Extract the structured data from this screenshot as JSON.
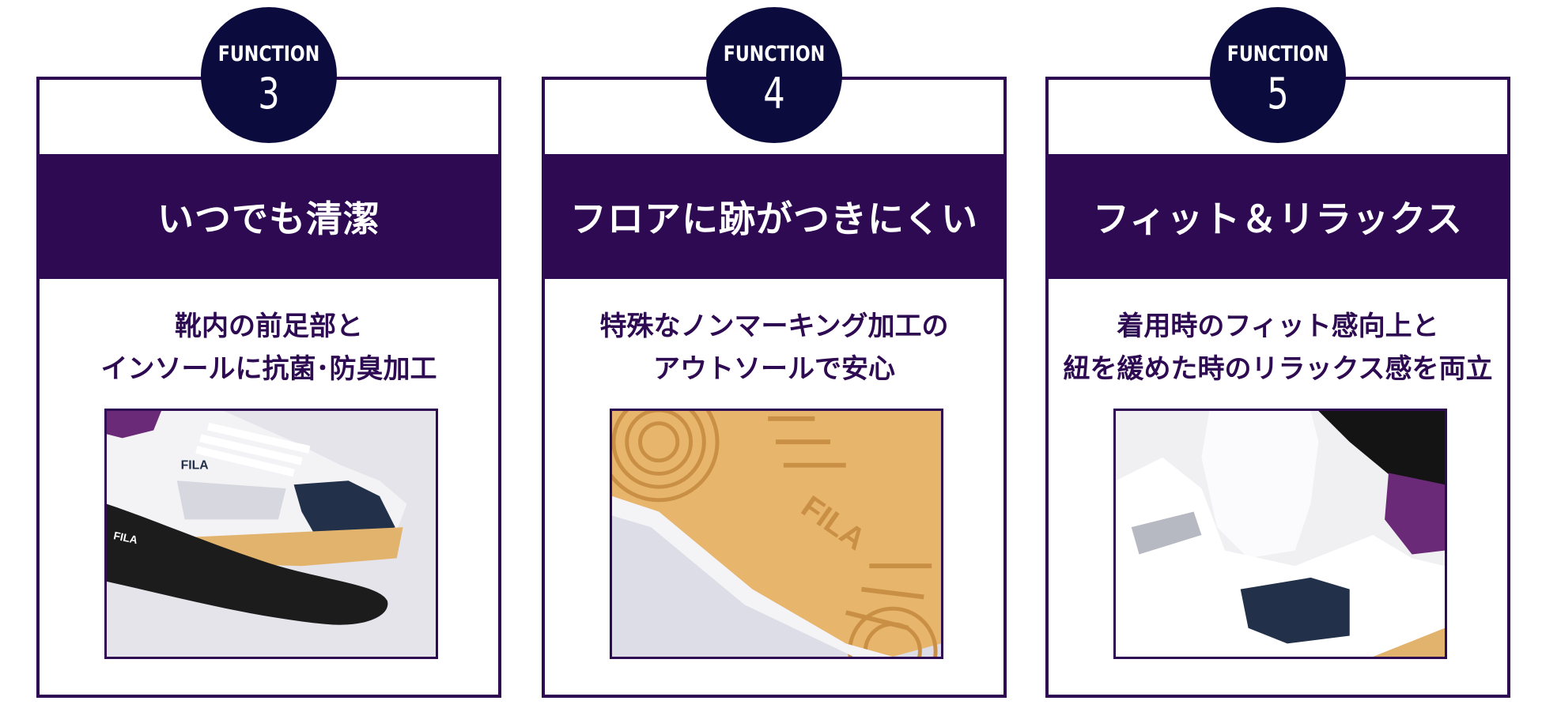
{
  "cards": [
    {
      "badge_label": "FUNCTION",
      "badge_number": "3",
      "title": "いつでも清潔",
      "desc_line1": "靴内の前足部と",
      "desc_line2": "インソールに抗菌･防臭加工",
      "photo_logo": "FILA"
    },
    {
      "badge_label": "FUNCTION",
      "badge_number": "4",
      "title": "フロアに跡がつきにくい",
      "desc_line1": "特殊なノンマーキング加工の",
      "desc_line2": "アウトソールで安心",
      "photo_logo": "FILA"
    },
    {
      "badge_label": "FUNCTION",
      "badge_number": "5",
      "title": "フィット＆リラックス",
      "desc_line1": "着用時のフィット感向上と",
      "desc_line2": "紐を緩めた時のリラックス感を両立"
    }
  ],
  "colors": {
    "purple": "#2e0a52",
    "navy_badge": "#0b0c3d",
    "gum_sole": "#e7b56c",
    "white": "#ffffff"
  }
}
